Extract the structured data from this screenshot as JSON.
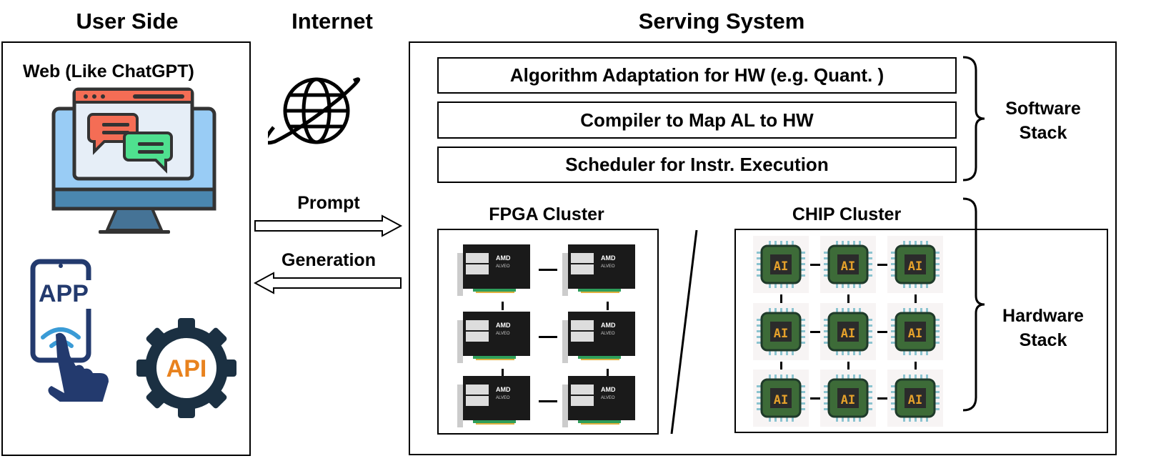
{
  "headers": {
    "user_side": "User Side",
    "internet": "Internet",
    "serving_system": "Serving System"
  },
  "user_side": {
    "web_label": "Web (Like ChatGPT)",
    "app_label": "APP",
    "api_label": "API"
  },
  "internet": {
    "prompt_label": "Prompt",
    "generation_label": "Generation"
  },
  "software_stack": {
    "label_line1": "Software",
    "label_line2": "Stack",
    "layers": [
      "Algorithm Adaptation for HW (e.g. Quant. )",
      "Compiler to Map AL to HW",
      "Scheduler for Instr. Execution"
    ]
  },
  "hardware_stack": {
    "label_line1": "Hardware",
    "label_line2": "Stack",
    "fpga_cluster_label": "FPGA Cluster",
    "chip_cluster_label": "CHIP Cluster",
    "fpga_card_brand": "AMD",
    "fpga_card_model": "ALVEO",
    "chip_label": "AI"
  },
  "colors": {
    "browser_bar": "#f46d55",
    "chat_red": "#f46d55",
    "chat_green": "#4fe08f",
    "screen": "#99ccf5",
    "monitor_base": "#4a87b0",
    "app_blue": "#233a6e",
    "wifi": "#3a9bd6",
    "gear": "#1b3042",
    "api_orange": "#e8821e",
    "chip_green": "#3d6b38",
    "chip_core": "#2b2b2b",
    "chip_text": "#e5a12b"
  }
}
